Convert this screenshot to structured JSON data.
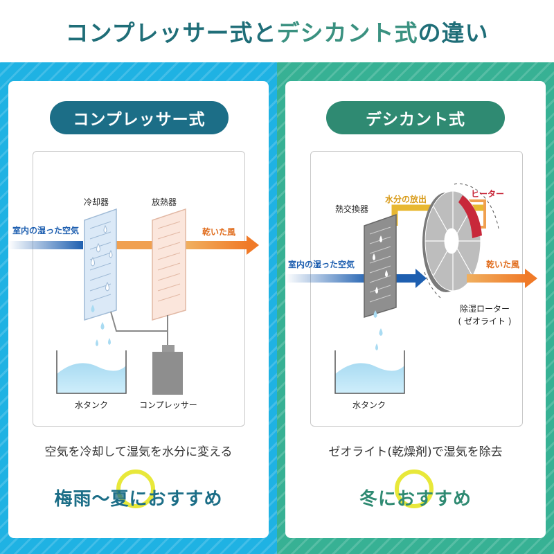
{
  "title": {
    "part1": "コンプレッサー式",
    "part2": "と",
    "part3": "デシカント式",
    "part4": "の違い"
  },
  "left": {
    "pill": "コンプレッサー式",
    "labels": {
      "cooler": "冷却器",
      "radiator": "放熱器",
      "in_air": "室内の湿った空気",
      "out_air": "乾いた風",
      "tank": "水タンク",
      "compressor": "コンプレッサー"
    },
    "description": "空気を冷却して湿気を水分に変える",
    "recommend": "梅雨〜夏におすすめ"
  },
  "right": {
    "pill": "デシカント式",
    "labels": {
      "exchanger": "熱交換器",
      "release": "水分の放出",
      "heater": "ヒーター",
      "in_air": "室内の湿った空気",
      "out_air": "乾いた風",
      "rotor": "除湿ローター",
      "zeolite": "( ゼオライト )",
      "tank": "水タンク"
    },
    "description": "ゼオライト(乾燥剤)で湿気を除去",
    "recommend": "冬におすすめ"
  },
  "colors": {
    "title_dark": "#1f6e78",
    "title_green": "#3a9180",
    "left_bg": "#1fb2e3",
    "right_bg": "#37b194",
    "left_pill": "#1c6e87",
    "right_pill": "#2f8a72",
    "arrow_blue": "#1e5fb0",
    "arrow_orange": "#f07a28",
    "heater_red": "#c8283a",
    "highlight": "#e8e83a"
  }
}
